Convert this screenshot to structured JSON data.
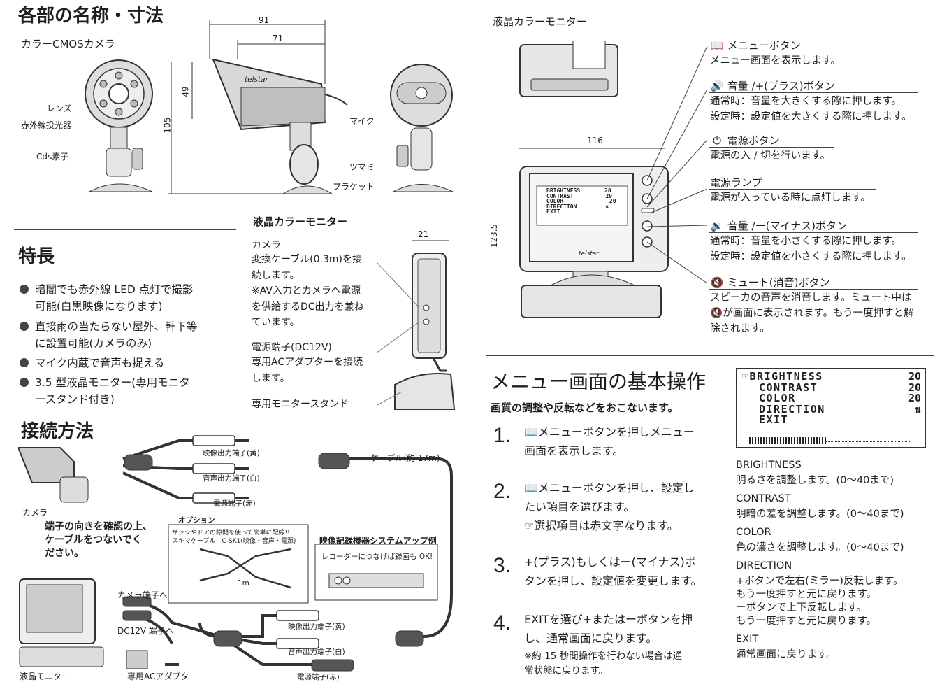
{
  "parts_section": {
    "title": "各部の名称・寸法",
    "camera_subtitle": "カラーCMOSカメラ",
    "camera_labels": {
      "lens": "レンズ",
      "ir": "赤外線投光器",
      "cds": "Cds素子",
      "mic": "マイク",
      "knob": "ツマミ",
      "bracket": "ブラケット"
    },
    "dims": {
      "d91": "91",
      "d71": "71",
      "d49": "49",
      "d105": "105",
      "d21": "21",
      "d116": "116",
      "d1235": "123.5"
    },
    "brand": "telstar"
  },
  "side_monitor": {
    "title": "液晶カラーモニター",
    "camera_label": "カメラ",
    "camera_text": [
      "変換ケーブル(0.3m)を接",
      "続します。",
      "※AV入力とカメラへ電源",
      "を供給するDC出力を兼ね",
      "ています。"
    ],
    "power_label": "電源端子(DC12V)",
    "power_text": [
      "専用ACアダプターを接続",
      "します。"
    ],
    "stand_label": "専用モニタースタンド"
  },
  "features": {
    "title": "特長",
    "items": [
      [
        "暗闇でも赤外線 LED 点灯で撮影",
        "可能(白黒映像になります)"
      ],
      [
        "直接雨の当たらない屋外、軒下等",
        "に設置可能(カメラのみ)"
      ],
      [
        "マイク内蔵で音声も捉える"
      ],
      [
        "3.5 型液晶モニター(専用モニタ",
        "ースタンド付き)"
      ]
    ]
  },
  "connection": {
    "title": "接続方法",
    "video_out": "映像出力端子(黄)",
    "audio_out": "音声出力端子(白)",
    "power_red": "電源端子(赤)",
    "cable": "ケーブル(約 17m)",
    "camera": "カメラ",
    "note": [
      "端子の向きを確認の上、",
      "ケーブルをつないでく",
      "ださい。"
    ],
    "option_title": "オプション",
    "option_text": [
      "サッシやドアの隙間を使って簡単に配線!!",
      "スキマケーブル　C-SK1(映像・音声・電源)"
    ],
    "option_len": "1m",
    "rec_title": "映像記録機器システムアップ例",
    "rec_text": "レコーダーにつなげば録画も OK!",
    "camera_terminal": "カメラ端子へ",
    "dc_terminal": "DC12V 端子へ",
    "lcd_monitor": "液晶モニター",
    "ac_adapter": "専用ACアダプター",
    "video_out2": "映像出力端子(黄)",
    "audio_out2": "音声出力端子(白)",
    "power_red2": "電源端子(赤)"
  },
  "monitor_front": {
    "title": "液晶カラーモニター",
    "osd": [
      "BRIGHTNESS",
      "CONTRAST",
      "COLOR",
      "DIRECTION",
      "EXIT"
    ],
    "osd_vals": [
      "20",
      "20",
      "20",
      "⇅",
      ""
    ],
    "buttons": [
      {
        "icon": "book",
        "name": "メニューボタン",
        "text": [
          "メニュー画面を表示します。"
        ]
      },
      {
        "icon": "volume-up",
        "name": "音量 /+(プラス)ボタン",
        "text": [
          "通常時：音量を大きくする際に押します。",
          "設定時：設定値を大きくする際に押します。"
        ]
      },
      {
        "icon": "power",
        "name": "電源ボタン",
        "text": [
          "電源の入 / 切を行います。"
        ]
      },
      {
        "icon": "",
        "name": "電源ランプ",
        "text": [
          "電源が入っている時に点灯します。"
        ]
      },
      {
        "icon": "volume-down",
        "name": "音量 /ー(マイナス)ボタン",
        "text": [
          "通常時：音量を小さくする際に押します。",
          "設定時：設定値を小さくする際に押します。"
        ]
      },
      {
        "icon": "mute",
        "name": "ミュート(消音)ボタン",
        "text": [
          "スピーカの音声を消音します。ミュート中は",
          "が画面に表示されます。もう一度押すと解",
          "除されます。"
        ]
      }
    ]
  },
  "menu_ops": {
    "title": "メニュー画面の基本操作",
    "subtitle": "画質の調整や反転などをおこないます。",
    "steps": [
      {
        "n": "1.",
        "lines": [
          "メニューボタンを押しメニュー",
          "画面を表示します。"
        ]
      },
      {
        "n": "2.",
        "lines": [
          "メニューボタンを押し、設定し",
          "たい項目を選びます。",
          "選択項目は赤文字なります。"
        ]
      },
      {
        "n": "3.",
        "lines": [
          "+(プラス)もしくはー(マイナス)ボ",
          "タンを押し、設定値を変更します。"
        ]
      },
      {
        "n": "4.",
        "lines": [
          "EXITを選び+またはーボタンを押",
          "し、通常画面に戻ります。",
          "※約 15 秒間操作を行わない場合は通",
          "常状態に戻ります。"
        ]
      }
    ],
    "osd": {
      "items": [
        "BRIGHTNESS",
        "CONTRAST",
        "COLOR",
        "DIRECTION",
        "EXIT"
      ],
      "values": [
        "20",
        "20",
        "20",
        "⇅",
        ""
      ]
    },
    "defs": [
      {
        "term": "BRIGHTNESS",
        "desc": [
          "明るさを調整します。(0〜40まで)"
        ]
      },
      {
        "term": "CONTRAST",
        "desc": [
          "明暗の差を調整します。(0〜40まで)"
        ]
      },
      {
        "term": "COLOR",
        "desc": [
          "色の濃さを調整します。(0〜40まで)"
        ]
      },
      {
        "term": "DIRECTION",
        "desc": [
          "+ボタンで左右(ミラー)反転します。",
          "もう一度押すと元に戻ります。",
          "ーボタンで上下反転します。",
          "もう一度押すと元に戻ります。"
        ]
      },
      {
        "term": "EXIT",
        "desc": [
          "通常画面に戻ります。"
        ]
      }
    ]
  }
}
